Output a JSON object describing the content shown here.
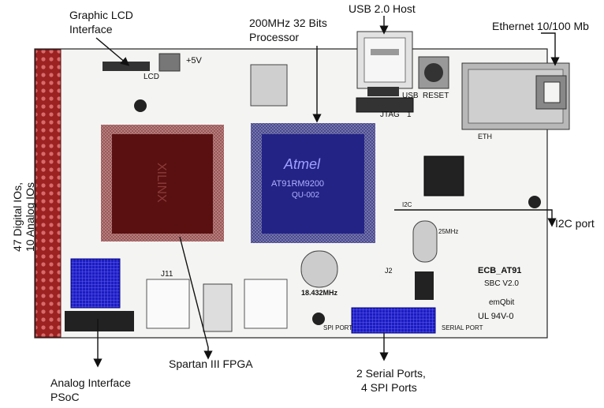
{
  "callouts": {
    "graphic_lcd": [
      "Graphic LCD",
      "Interface"
    ],
    "processor": [
      "200MHz 32 Bits",
      "Processor"
    ],
    "usb_host": "USB 2.0 Host",
    "ethernet": "Ethernet 10/100 Mb",
    "io_side": [
      "47  Digital IOs,",
      "10 Analog IOs"
    ],
    "i2c_port": "I2C port",
    "fpga": "Spartan III FPGA",
    "analog_interface": [
      "Analog Interface",
      "PSoC"
    ],
    "serial_spi": [
      "2 Serial Ports,",
      "4 SPI Ports"
    ]
  },
  "silkscreen": {
    "plus5v": "+5V",
    "lcd": "LCD",
    "usb": "USB",
    "reset": "RESET",
    "jtag": "JTAG",
    "jtag_num": "1",
    "eth": "ETH",
    "i2c": "I2C",
    "spi_port": "SPI PORT",
    "serial_port": "SERIAL PORT",
    "freq_25": "25MHz",
    "freq_18": "18.432MHz",
    "j11": "J11",
    "j2": "J2",
    "board_name": "ECB_AT91",
    "board_rev": "SBC V2.0",
    "brand": "emQbit",
    "ul": "UL 94V-0",
    "cpu_brand": "Atmel",
    "cpu_part": "AT91RM9200",
    "cpu_pkg": "QU-002",
    "fpga_brand": "XILINX"
  },
  "colors": {
    "fpga_overlay": "#7a1a1a",
    "cpu_overlay": "#23237a",
    "psoc_overlay": "#1c1cc4",
    "spi_overlay": "#2a2ab4",
    "header_overlay": "#a02020",
    "board": "#f4f4f2"
  }
}
